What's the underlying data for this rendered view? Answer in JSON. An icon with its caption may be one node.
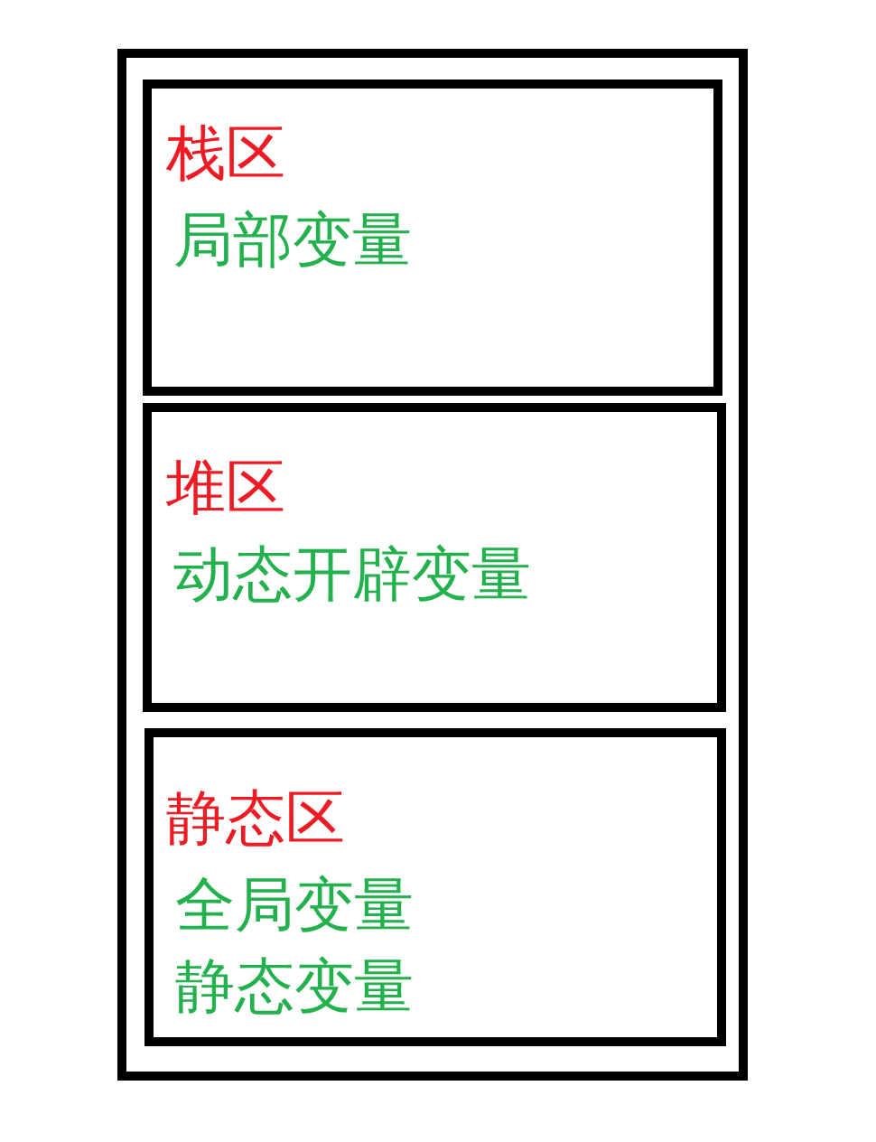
{
  "diagram": {
    "nodes": [
      {
        "text": [],
        "shape": "box"
      },
      {
        "text": [
          "栈区",
          "局部变量"
        ],
        "in": 0
      },
      {
        "text": [
          "堆区",
          "动态开辟变量"
        ],
        "in": 0
      },
      {
        "text": [
          "静态区",
          "全局变量",
          "静态变量"
        ],
        "in": 0
      }
    ]
  }
}
